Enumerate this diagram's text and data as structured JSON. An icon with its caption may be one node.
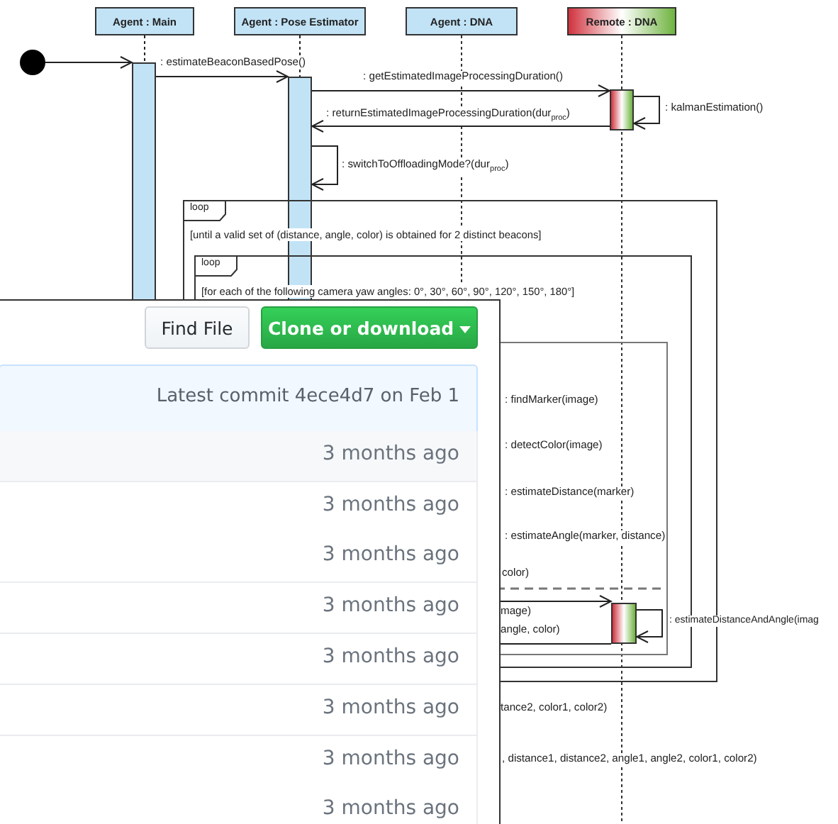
{
  "diagram": {
    "nodes": [
      {
        "text": [
          "Agent : Main"
        ]
      },
      {
        "text": [
          "Agent : Pose Estimator"
        ]
      },
      {
        "text": [
          "Agent : DNA"
        ]
      },
      {
        "text": [
          "Remote : DNA"
        ]
      },
      {
        "text": [],
        "shape": "circle"
      },
      {
        "text": [],
        "shape": "bar"
      },
      {
        "text": [],
        "shape": "bar"
      },
      {
        "text": [],
        "shape": "bar"
      },
      {
        "text": [
          "loop",
          "[until a valid set of (distance, angle, color) is obtained for 2 distinct beacons]"
        ]
      },
      {
        "text": [
          "loop",
          "[for each of the following camera yaw angles: 0°, 30°, 60°, 90°, 120°, 150°, 180°]"
        ],
        "in": 8
      },
      {
        "text": [],
        "shape": "box",
        "in": 9
      },
      {
        "text": [],
        "shape": "bar",
        "in": 10
      }
    ],
    "edges": [
      {
        "from": 4,
        "to": 5,
        "arrow": "to"
      },
      {
        "from": 5,
        "to": 6,
        "arrow": "to",
        "label": ": estimateBeaconBasedPose()"
      },
      {
        "from": 6,
        "to": 7,
        "arrow": "to",
        "label": ": getEstimatedImageProcessingDuration()"
      },
      {
        "from": 7,
        "to": 7,
        "arrow": "to",
        "label": ": kalmanEstimation()"
      },
      {
        "from": 7,
        "to": 6,
        "arrow": "to",
        "label": ": returnEstimatedImageProcessingDuration(dur$_{proc}$)"
      },
      {
        "from": 6,
        "to": 6,
        "arrow": "to",
        "label": ": switchToOffloadingMode?(dur$_{proc}$)"
      },
      {
        "from": null,
        "to": 11,
        "arrow": "to",
        "label": "mage)"
      },
      {
        "from": 11,
        "to": 11,
        "arrow": "to",
        "label": ": estimateDistanceAndAngle(imag"
      },
      {
        "from": 11,
        "to": null,
        "arrow": "none",
        "label": "angle, color)"
      },
      {
        "from": 0,
        "to": 5,
        "arrow": "none",
        "style": "dashed"
      },
      {
        "from": 1,
        "to": 6,
        "arrow": "none",
        "style": "dashed"
      }
    ],
    "labels": [
      "Find File",
      "Clone or download",
      "Latest commit 4ece4d7 on Feb 1",
      ": findMarker(image)",
      ": detectColor(image)",
      "3 months ago",
      ": estimateDistance(marker)",
      "3 months ago",
      ": estimateAngle(marker, distance)",
      "3 months ago",
      "color)",
      "3 months ago",
      "3 months ago",
      "tance2, color1, color2)",
      "3 months ago",
      ", distance1, distance2, angle1, angle2, color1, color2)",
      "3 months ago",
      "3 months ago"
    ]
  }
}
